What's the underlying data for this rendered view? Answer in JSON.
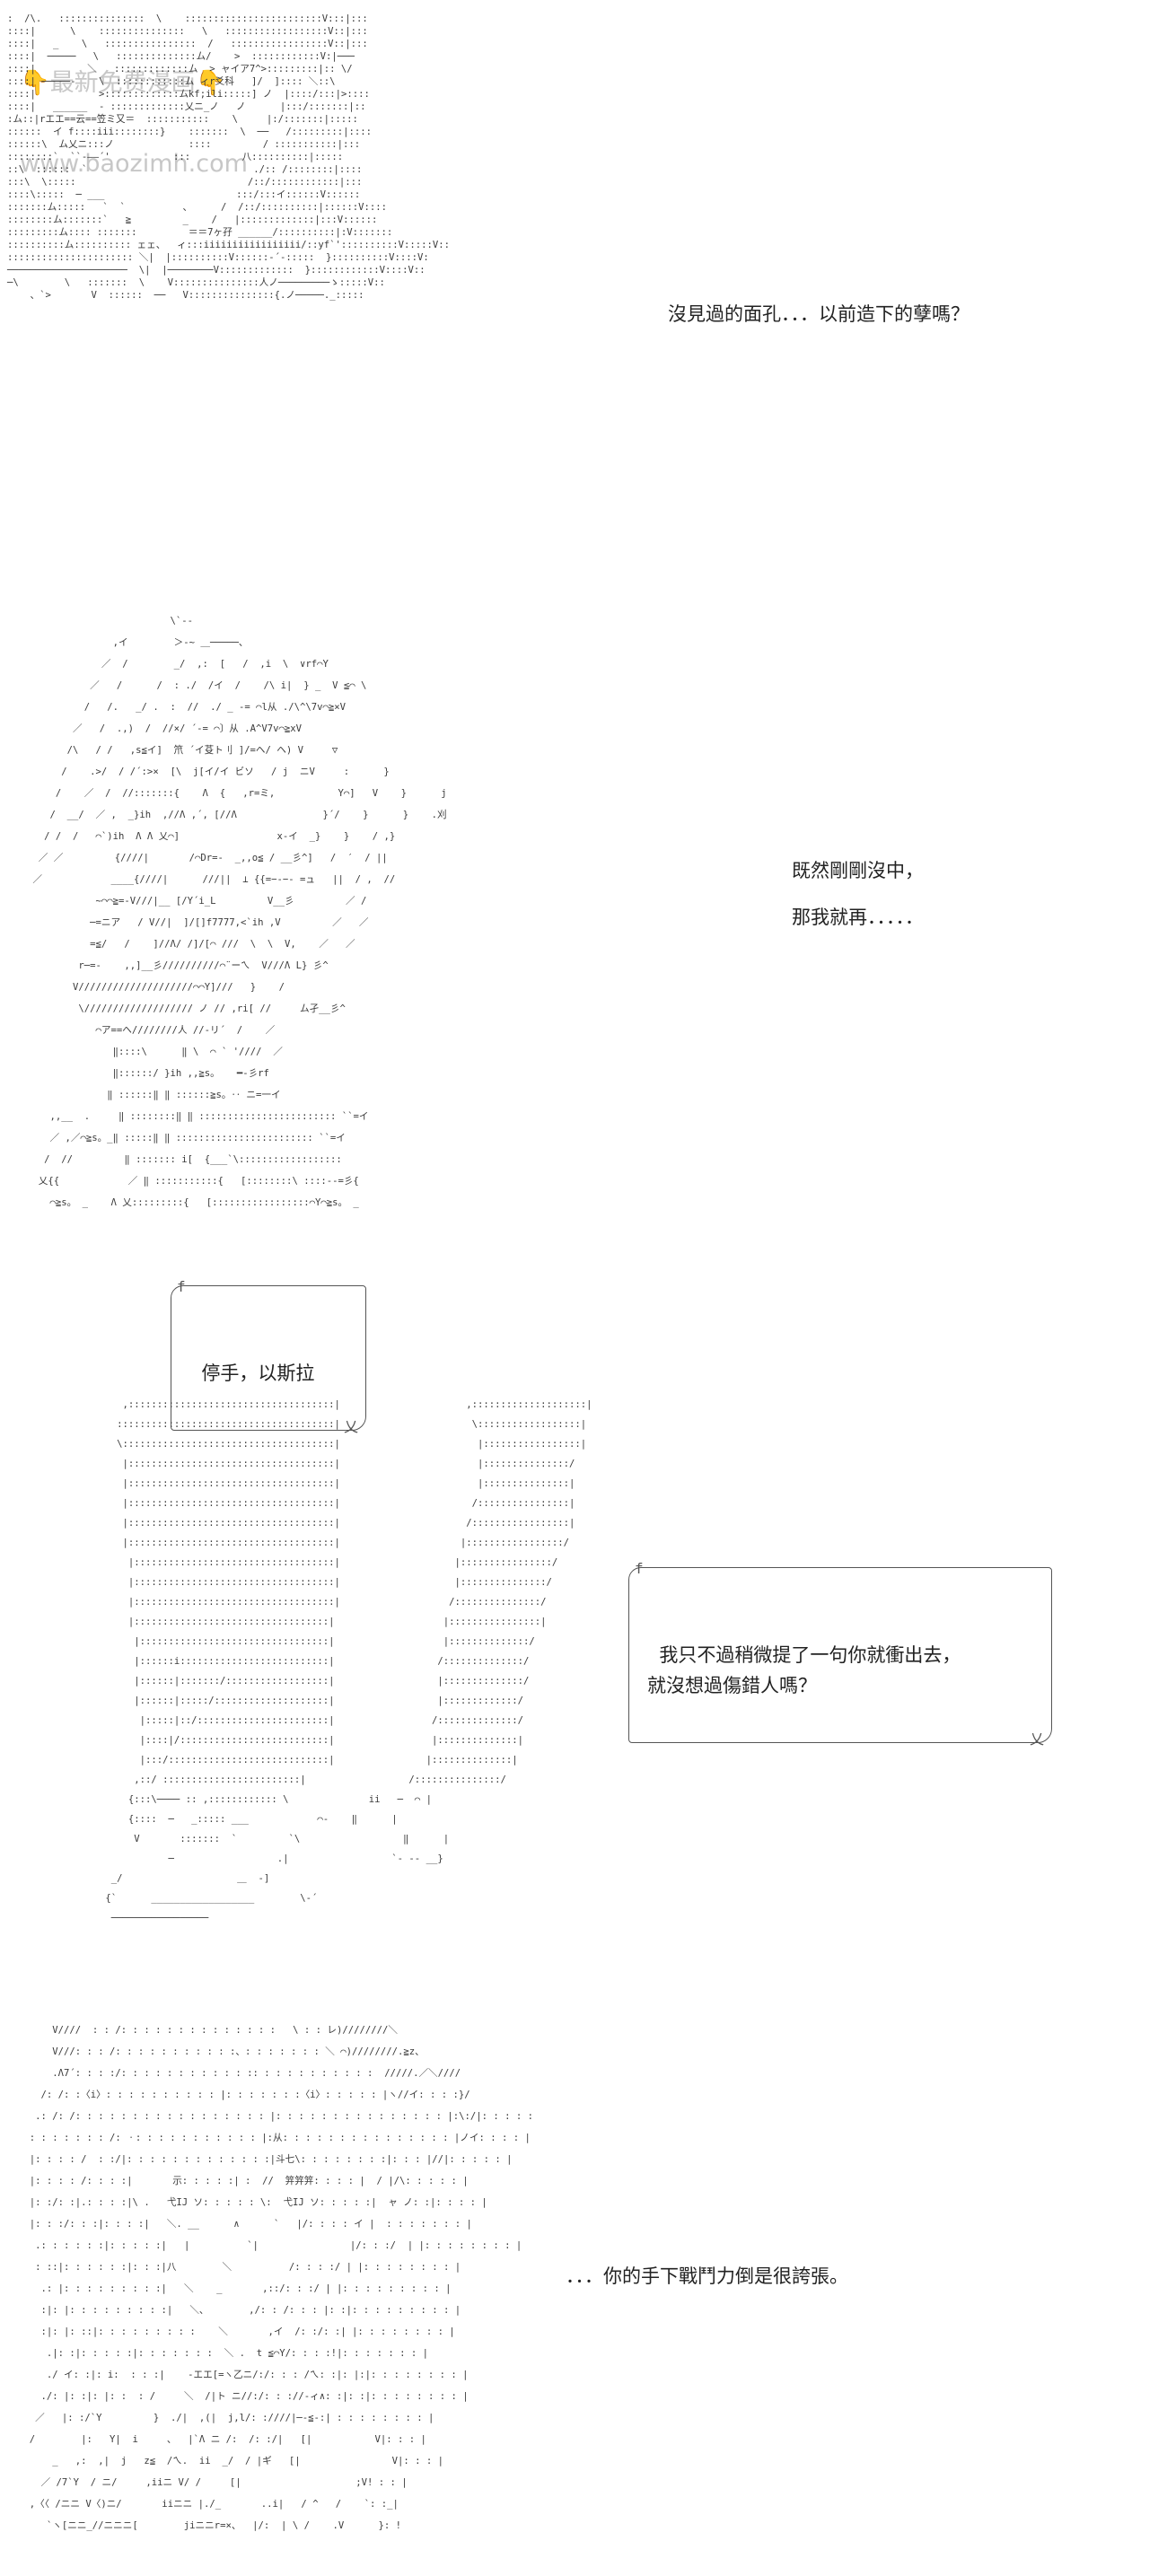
{
  "watermark": {
    "left_emoji": "👇",
    "title": "最新免费漫画",
    "right_emoji": "👇",
    "url": "www.baozimh.com"
  },
  "panels": [
    {
      "dialogue": "沒見過的面孔．．．以前造下的孽嗎？",
      "art": ":  /\\.   :::::::::::::::  \\    ::::::::::::::::::::::::V:::|:::\n::::|      \\    :::::::::::::::   \\   ::::::::::::::::::V::|:::\n::::|   _    \\   ::::::::::::::::  /   :::::::::::::::::V::|:::\n::::|  ─────   \\   ::::::::::::::ム/    >  ::::::::::::V:|───\n::::|         ＼   :::::::::::::ム  > ャイア7^>:::::::::|:: \\/\n::::| ─────-    \\  ::::::::::::ム ィr爻科   ]/  ]:::: ＼::\\\n::::|           >:::::::::::::ムkf;ili:::::] ノ  |::::/:::|>::::\n::::|   ______  - :::::::::::::乂ニ_ノ   ノ      |:::/:::::::|::\n:ム::|rエエ==云==笠ミ又＝  :::::::::::    \\     |:/:::::::|:::::\n::::::  イ f::::iii::::::::}    :::::::  \\  ──   /:::::::::|::::\n::::::\\  ム乂ニ:::ノ             ::::         / :::::::::::|:::\n::::::::`  ``‐――´'           :::         八::::::::::|:::::\n::\\  ::::::  `                             ./:: /::::::::|::::\n:::\\  \\:::::                              /::/::::::::::::|:::\n::::\\:::::  ─ ___                       :::/:::イ::::::V::::::\n:::::::ム:::::   `  `          、     /  /::/::::::::::|::::::V::::\n::::::::ム:::::::`   ≧         _    /   |:::::::::::::|:::V::::::\n:::::::::ム:::: :::::::         ＝＝7ヶ孖 ______/::::::::::|:V:::::::\n::::::::::ム:::::::::: ェェ、  ィ:::iiiiiiiiiiiiiiiii/::yf`'::::::::::V:::::V::\n:::::::::::::::::::::: ＼|  |::::::::::V::::::-´‐:::::  }::::::::::V::::V:\n─────────────────────  \\|  |────────V:::::::::::::  }::::::::::::V::::V::\n─\\        \\   :::::::  \\    V:::::::::::::::人ノ─────────ゝ:::::V::\n    、`>       V  ::::::  ──   V:::::::::::::::{.ノ─────._:::::"
    },
    {
      "dialogue": "既然剛剛沒中，\n那我就再．．．．．",
      "art": "                         \\`‐-\n               ,イ        ＞‐~ ＿─────、\n             ／  /        _/  ,:  [   /  ,i  \\  ∨rf⌒Y\n           ／   /      /  : ./  /イ  /    /\\ i|  } _  V ≦⌒ \\\n          /   /.   _/ .  :  //  ./ _ ‐= ⌒l从 ./\\^\\7v⌒≧×V\n        ／   /  .,)  /  //×/ ´‐= ⌒〕从 .A^V7v⌒≧xV\n       /\\   / /   ,s≦イ]  笊 ´イ芟ト刂 ]/=ヘ/ ヘ) V     ▽\n      /    .>/  / /´:>×  [\\  j[イ/イ ビソ   / j  ニV     :      }\n     /    ／  /  //:::::::{    Λ  {   ,r=ミ,           Y⌒]   V    }      j\n    /  __/  ／ ,  _}ih  ,//Λ ,´, [//Λ               }´/    }      }    .刈\n   / /  /   ⌒`)ih  Λ Λ 乂⌒]                 x‐イ  _}    }    / ,}\n  ／ ／         {////|       /⌒Dr=-  _,,o≦ / __彡^]   /  ′  / ||\n ／            ____{////|      ///||  ⊥ {{=−‐−‐ =ュ   ||  / ,  //\n            ~⌒⌒≧=-V///|__ [/Y´i_L         V__彡         ／ /\n           ─=ニア   / V//|  ]/[]f7777,<`ih ,V         ／   ／\n           =≦/   /    ]//Λ/ /]/[⌒ ///  \\  \\  V,    ／   ／\n         r─=‐    ,,]__彡//////////⌒¨ーㄟ  V///Λ L} 彡^\n        V////////////////////⌒⌒Y]///   }    /\n         \\/////////////////// ノ // ,ri[ //     ム孑__彡^\n            ⌒ア==ヘ////////人 //‐リ´  /    ／\n               ‖::::\\      ‖ \\  ⌒ ` '////  ／\n               ‖::::::/ }ih ,,≧s。   ━‐彡rf\n              ‖ ::::::‖ ‖ ::::::≧s。‥ ニ=一イ\n    ,,__  .     ‖ ::::::::‖ ‖ :::::::::::::::::::::::: ``=イ\n    ／ ,／⌒≧s。_‖ :::::‖ ‖ :::::::::::::::::::::::: ``=イ\n   /  //         ‖ ::::::: i[  {___`\\::::::::::::::::::\n  乂{{            ／ ‖ :::::::::::{   [::::::::\\ ::::‐‐=彡{\n    ⌒≧s。 _    Λ 乂:::::::::{   [:::::::::::::::::⌒Y⌒≧s。 _"
    },
    {
      "bubble": "停手，以斯拉"
    },
    {
      "bubble": "我只不過稍微提了一句你就衝出去，\n就沒想過傷錯人嗎？",
      "art": "            ,::::::::::::::::::::::::::::::::::::|                      ,::::::::::::::::::::|\n           ::::::::::::::::::::::::::::::::::::::|                       \\::::::::::::::::::|\n           \\:::::::::::::::::::::::::::::::::::::|                        |:::::::::::::::::|\n            |::::::::::::::::::::::::::::::::::::|                        |:::::::::::::::/\n            |::::::::::::::::::::::::::::::::::::|                        |:::::::::::::::|\n            |::::::::::::::::::::::::::::::::::::|                       /::::::::::::::::|\n            |::::::::::::::::::::::::::::::::::::|                      /:::::::::::::::::|\n            |::::::::::::::::::::::::::::::::::::|                     |:::::::::::::::::/\n             |:::::::::::::::::::::::::::::::::::|                    |::::::::::::::::/\n             |:::::::::::::::::::::::::::::::::::|                    |:::::::::::::::/\n             |:::::::::::::::::::::::::::::::::::|                   /:::::::::::::::/\n             |::::::::::::::::::::::::::::::::::|                   |::::::::::::::::|\n              |:::::::::::::::::::::::::::::::::|                   |::::::::::::::/\n              |::::::i::::::::::::::::::::::::::|                  /::::::::::::::/\n              |::::::|:::::::/::::::::::::::::::|                  |::::::::::::::/\n              |::::::|:::::/::::::::::::::::::::|                  |:::::::::::::/\n               |:::::|::/:::::::::::::::::::::::|                 /::::::::::::::/\n               |::::|/::::::::::::::::::::::::::|                 |::::::::::::::|\n               |:::/::::::::::::::::::::::::::::|                |::::::::::::::|\n              ,::/ ::::::::::::::::::::::::|                  /:::::::::::::::/\n             {:::\\──── :: ,:::::::::::: \\              ii   ─  ⌒ |\n             {::::  ─   _::::: ___            ⌒‐    ‖      |\n              V       :::::::  `         `\\                  ‖      |\n                    ─                  .|                  `‐ ‐‐ __}\n          _/                    ＿  -]\n         {`      __________________        \\-´\n          ─────────────────"
    },
    {
      "dialogue": "．．．你的手下戰鬥力倒是很誇張。",
      "art": "      V////  : : /: : : : : : : : : : : : : :   \\ : : レ)////////＼\n      V///: : : /: : : : : : : : : : :、: : : : : : : ＼ ⌒)////////.≧z、\n      .Λ7´: : : :/: : : : : : : : : : : :: : : : : : : : : : :  /////.／＼////\n    /: /: :〈i〉: : : : : : : : : : |: : : : : : :〈i〉: : : : : |ヽ//イ: : : :}/\n   .: /: /: : : : : : : : : : : : : : : : : |: : : : : : : : : : : : : : : |:\\:/|: : : : :\n  : : : : : : : /: ㆍ: : : : : : : : : : : |:从: : : : : : : : : : : : : : : |ノイ: : : : |\n  |: : : : /  : :/|: : : : : : : : : : : : :|斗七\\: : : : : : : :|: : : |//|: : : : : |\n  |: : : : /: : : :|       示: : : : :| :  //  笄笄笄: : : : |  / |/\\: : : : : |\n  |: :/: :|.: : : :|\\ .   弋IJ ソ: : : : : \\:  弋IJ ソ: : : : :|  ャ ノ: :|: : : : |\n  |: : :/: : :|: : : :|   ＼. __      ∧      `   |/: : : : イ |  : : : : : : : |\n   .: : : : : :|: : : : :|   |          `|                |/: : :/  | |: : : : : : : : |\n   : ::|: : : : : :|: : :|八        ＼          /: : : :/ | |: : : : : : : : |\n    .: |: : : : : : : : :|   ＼    _       ,::/: : :/ | |: : : : : : : : : |\n    :|: |: : : : : : : : :|   ＼、       ,/: : /: : : |: :|: : : : : : : : : |\n    :|: |: ::|: : : : : : : : :    ＼       ,イ  /: :/: :| |: : : : : : : : |\n     .|: :|: : : : :|: : : : : : :  ＼ .  t ≦⌒Y/: : : :!|: : : : : : : |\n     ./ イ: :|: i:  : : :|    -エエ[=ヽ乙ニ/:/: : : /ㄟ: :|: |:|: : : : : : : : |\n    ./: |: :|: |: :  : /     ＼  /|ト ニ//:/: : ://-ィ∧: :|: :|: : : : : : : : |\n   ／   |: :/`Y         }  ./|  ,(|  j,l/: :////|─‐≦‐:| : : : : : : : : |\n  /        |:   Y|  i     、  |`Λ ニ /:  /: :/|   [|           V|: : : |\n      _   ,:  ,|  j   z≦  /ㄟ.  ii  _/  / |ギ   [|                V|: : : |\n    ／ /7`Y  / ニ/     ,iiニ V/ /     [|                    ;V! : : |\n  ,〈〈 /ニニ V〈)ニ/       iiニニ |./_       ..i|   / ^   /    `: :_|\n     `ヽ[ニニ_//ニニニ[        jiニニr=×、  |/:  | \\ /    .V      }: !"
    }
  ]
}
